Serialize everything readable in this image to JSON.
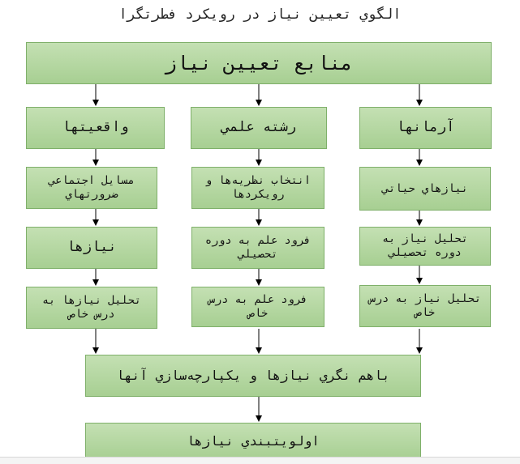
{
  "title": "الگوي تعيين نياز در رويكرد فطرتگرا",
  "boxes": {
    "sources": "منابع تعيين نياز",
    "realities": "واقعيتها",
    "discipline": "رشته علمي",
    "ideals": "آرمانها",
    "social_issues": "مسايل اجتماعي ضرورتهاي",
    "theory_selection": "انتخاب نظريه‌ها و رويكردها",
    "vital_needs": "نيازهاي حياتي",
    "needs": "نيازها",
    "discipline_to_course": "فرود علم به دوره تحصيلي",
    "needs_analysis_course": "تحليل نياز به دوره تحصيلي",
    "needs_analysis_lesson_left": "تحليل نيازها به درس خاص",
    "discipline_to_lesson": "فرود علم به درس خاص",
    "needs_analysis_lesson_right": "تحليل نياز به درس خاص",
    "integration": "باهم نگري نيازها و يكپارچه‌سازي آنها",
    "prioritization": "اولويتبندي نيازها"
  },
  "colors": {
    "box_fill": "#b6d8a3",
    "box_border": "#7fb06a",
    "arrow": "#000000"
  }
}
